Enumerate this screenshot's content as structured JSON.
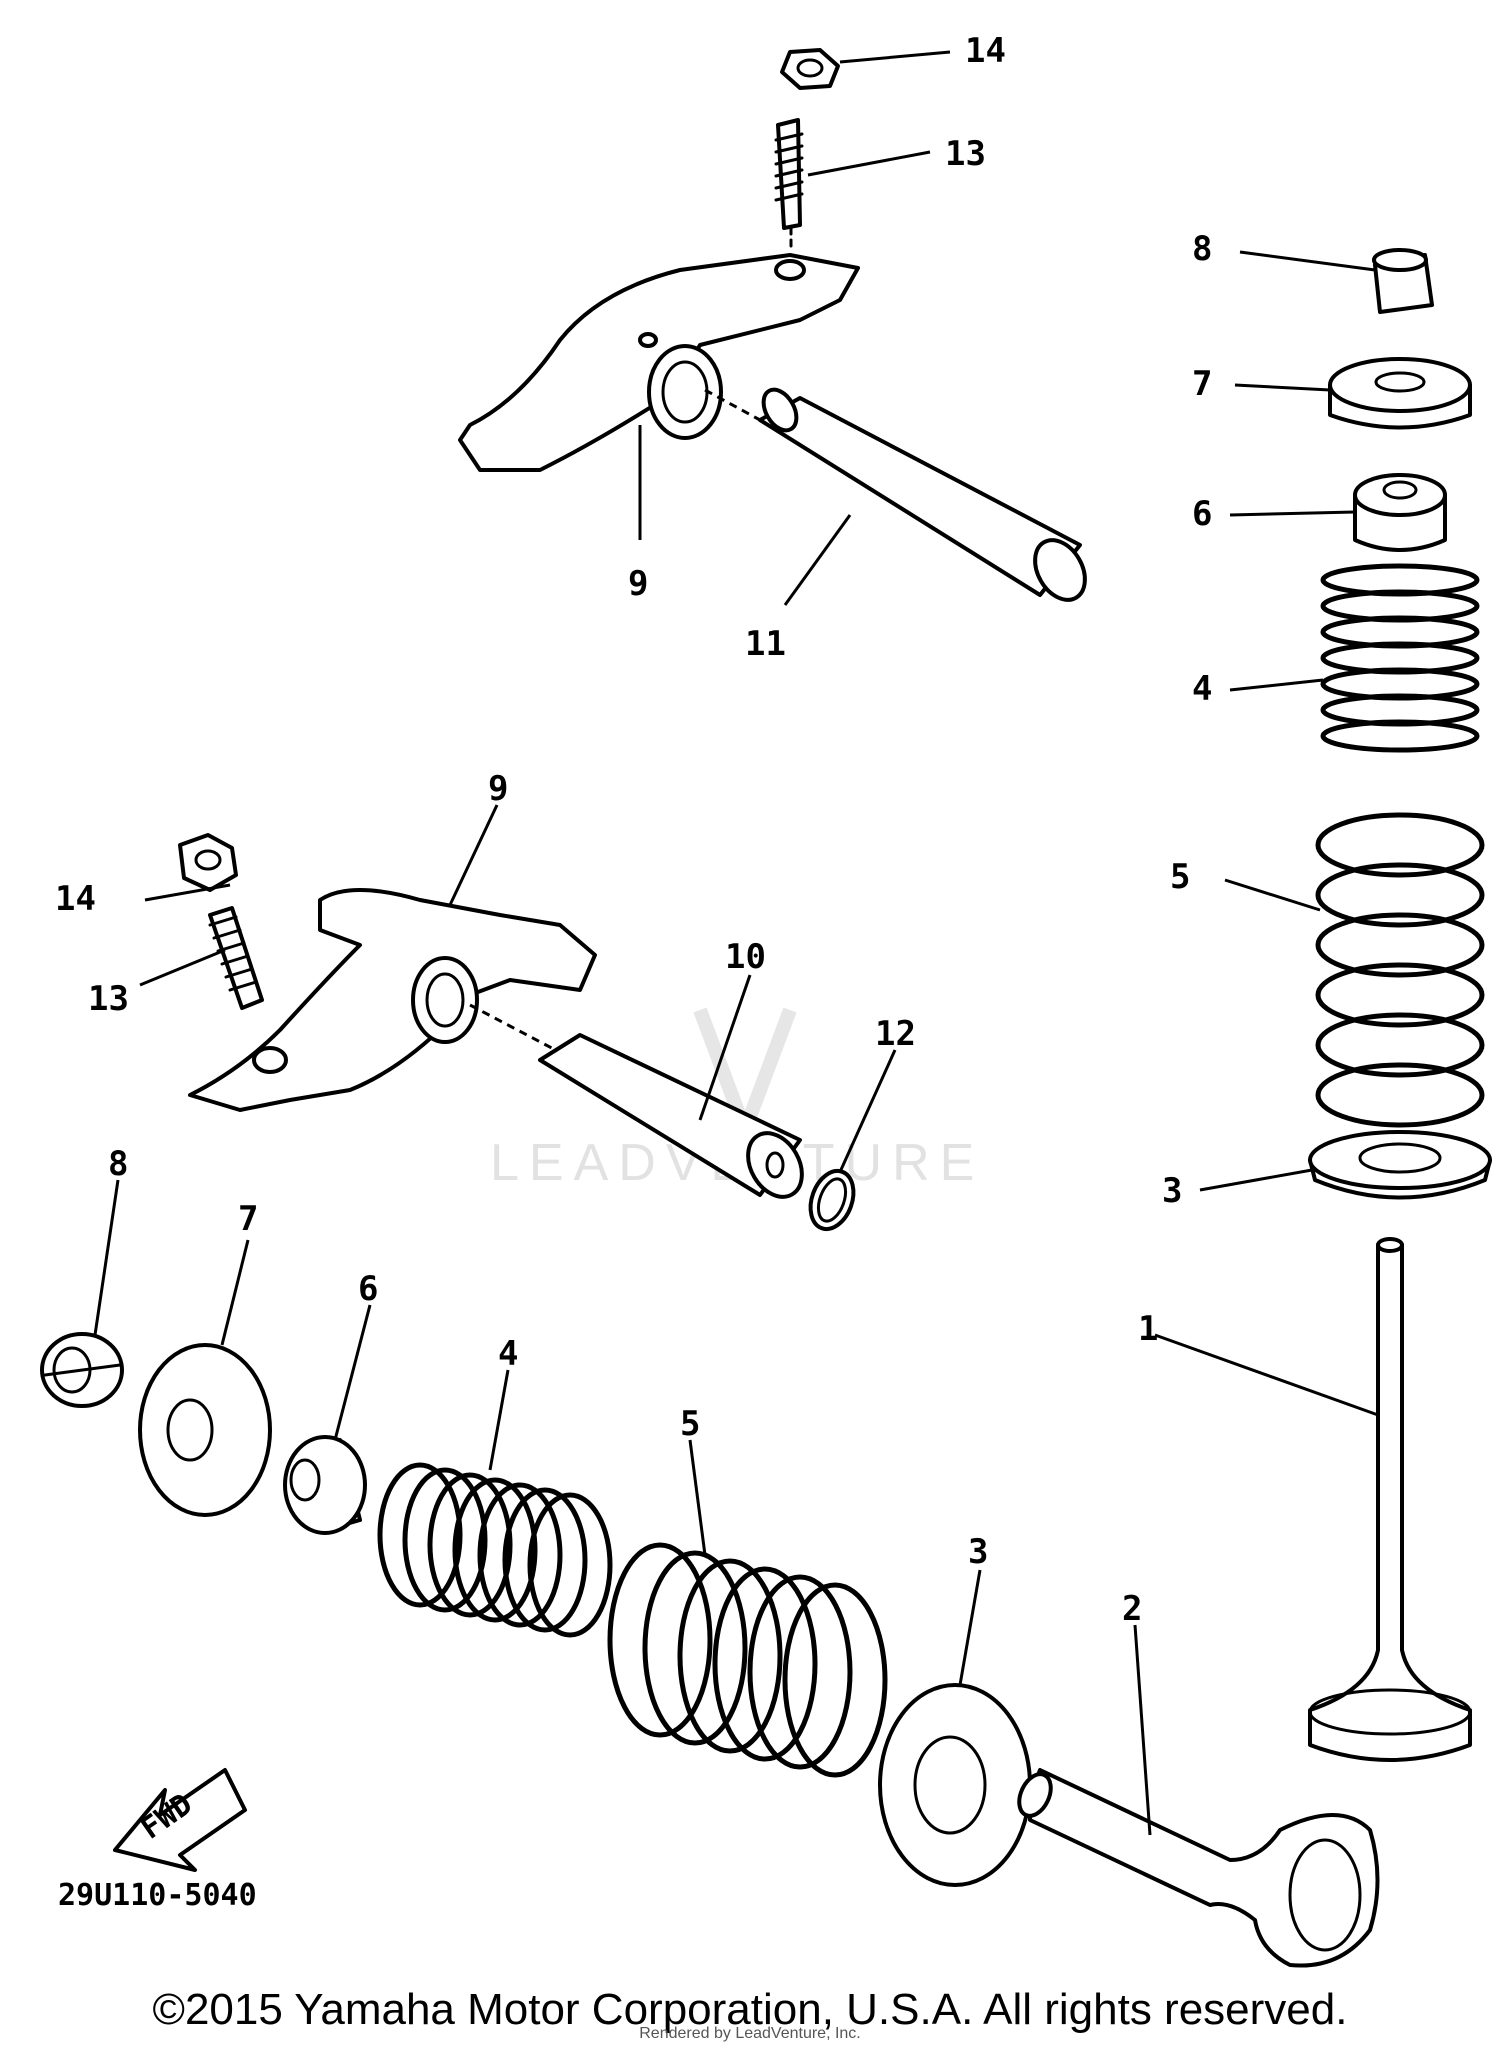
{
  "diagram": {
    "part_numbers": {
      "n1": "1",
      "n2": "2",
      "n3": "3",
      "n4": "4",
      "n5": "5",
      "n6": "6",
      "n7": "7",
      "n8": "8",
      "n9": "9",
      "n10": "10",
      "n11": "11",
      "n12": "12",
      "n13": "13",
      "n14": "14"
    },
    "fwd_label": "FWD",
    "diagram_code": "29U110-5040",
    "watermark": "LEADVENTURE"
  },
  "footer": {
    "copyright": "©2015 Yamaha Motor Corporation, U.S.A. All rights reserved.",
    "rendered_by": "Rendered by LeadVenture, Inc."
  }
}
